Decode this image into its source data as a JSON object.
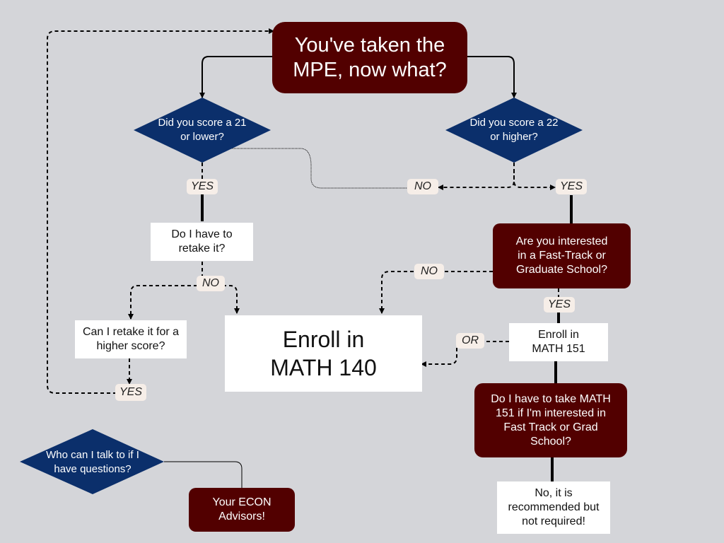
{
  "title": "You've taken the MPE, now what?",
  "q_low": "Did you score a 21 or lower?",
  "q_high": "Did you score a 22 or higher?",
  "retake_q": "Do I have to retake it?",
  "retake_higher_q": "Can I retake it for a higher score?",
  "interest_q": "Are you interested in a Fast-Track or Graduate School?",
  "enroll_140": "Enroll in MATH 140",
  "enroll_151": "Enroll in MATH 151",
  "required_q": "Do I have to take MATH 151 if I'm interested in Fast Track or Grad School?",
  "answer": "No, it is recommended but not required!",
  "questions_q": "Who can I talk to if I have questions?",
  "advisors": "Your ECON Advisors!",
  "labels": {
    "yes": "YES",
    "no": "NO",
    "or": "OR"
  },
  "colors": {
    "maroon": "#520000",
    "navy": "#0b2f6b",
    "background": "#d4d5d9"
  }
}
